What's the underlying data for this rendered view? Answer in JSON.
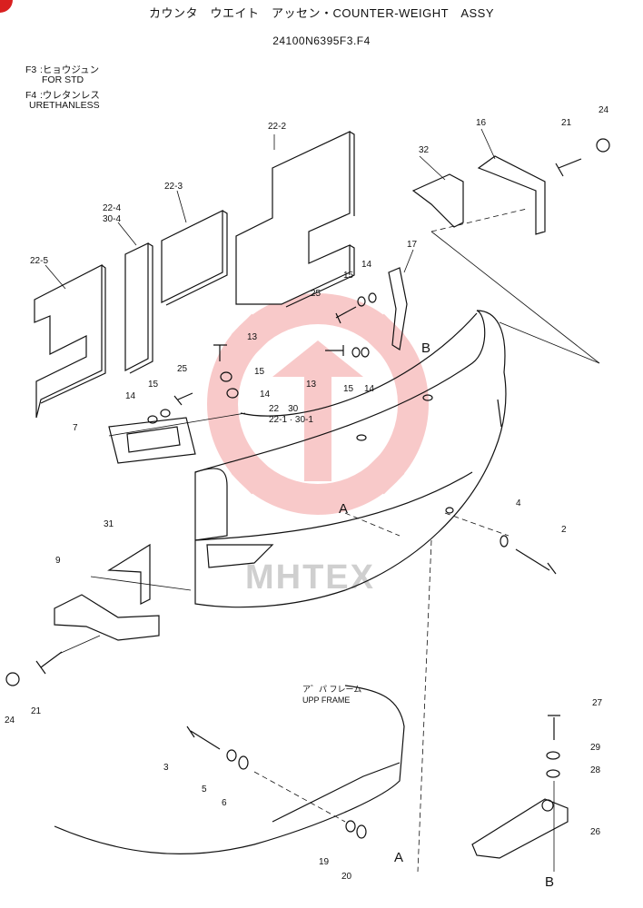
{
  "header": {
    "title": "カウンタ　ウエイト　アッセン・COUNTER-WEIGHT　ASSY",
    "part_number": "24100N6395F3.F4"
  },
  "legend": {
    "f3_code": "F3",
    "f3_jp": ":ヒョウジュン",
    "f3_en": "FOR STD",
    "f4_code": "F4",
    "f4_jp": ":ウレタンレス",
    "f4_en": "URETHANLESS"
  },
  "frame_label": {
    "jp": "ア゛パ フレーム",
    "en": "UPP FRAME"
  },
  "watermark": "MHTEX",
  "colors": {
    "watermark": "#f08a8a",
    "line": "#111111"
  },
  "callouts": {
    "p22_2": "22-2",
    "p22_3": "22-3",
    "p22_4": "22-4",
    "p30_4": "30-4",
    "p22_5": "22-5",
    "p16": "16",
    "p21_top": "21",
    "p24_top": "24",
    "p32": "32",
    "p17": "17",
    "p14_a": "14",
    "p15_a": "15",
    "p25_a": "25",
    "p13_a": "13",
    "p15_b": "15",
    "p14_b": "14",
    "p13_b": "13",
    "p15_c": "15",
    "p14_c": "14",
    "p25_b": "25",
    "p15_d": "15",
    "p14_d": "14",
    "p7": "7",
    "p22_30": "22　30",
    "p22_1": "22-1 · 30-1",
    "letter_B_top": "B",
    "letter_A_mid": "A",
    "p4": "4",
    "p2": "2",
    "p31": "31",
    "p9": "9",
    "p21_bot": "21",
    "p24_bot": "24",
    "p3": "3",
    "p5": "5",
    "p6": "6",
    "p19": "19",
    "p20": "20",
    "letter_A_bot": "A",
    "p27": "27",
    "p29": "29",
    "p28": "28",
    "p26": "26",
    "letter_B_bot": "B"
  }
}
